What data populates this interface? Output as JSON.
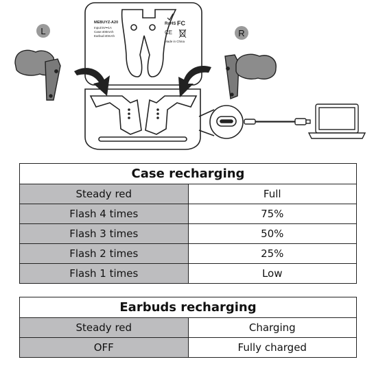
{
  "illustration": {
    "left_label": "L",
    "right_label": "R",
    "case_text": {
      "model": "MEBUYZ-A20",
      "input": "Input:5V⎓1A",
      "case_cap": "Case:400mAh",
      "earbud_cap": "Earbud:40mAh",
      "rohs": "RoHS",
      "fc": "FC",
      "ce": "CE",
      "made_in": "Made in China"
    }
  },
  "case_recharging": {
    "title": "Case recharging",
    "rows": [
      {
        "led": "Steady red",
        "state": "Full"
      },
      {
        "led": "Flash 4 times",
        "state": "75%"
      },
      {
        "led": "Flash 3 times",
        "state": "50%"
      },
      {
        "led": "Flash 2 times",
        "state": "25%"
      },
      {
        "led": "Flash 1 times",
        "state": "Low"
      }
    ]
  },
  "earbuds_recharging": {
    "title": "Earbuds recharging",
    "rows": [
      {
        "led": "Steady red",
        "state": "Charging"
      },
      {
        "led": "OFF",
        "state": "Fully charged"
      }
    ]
  }
}
